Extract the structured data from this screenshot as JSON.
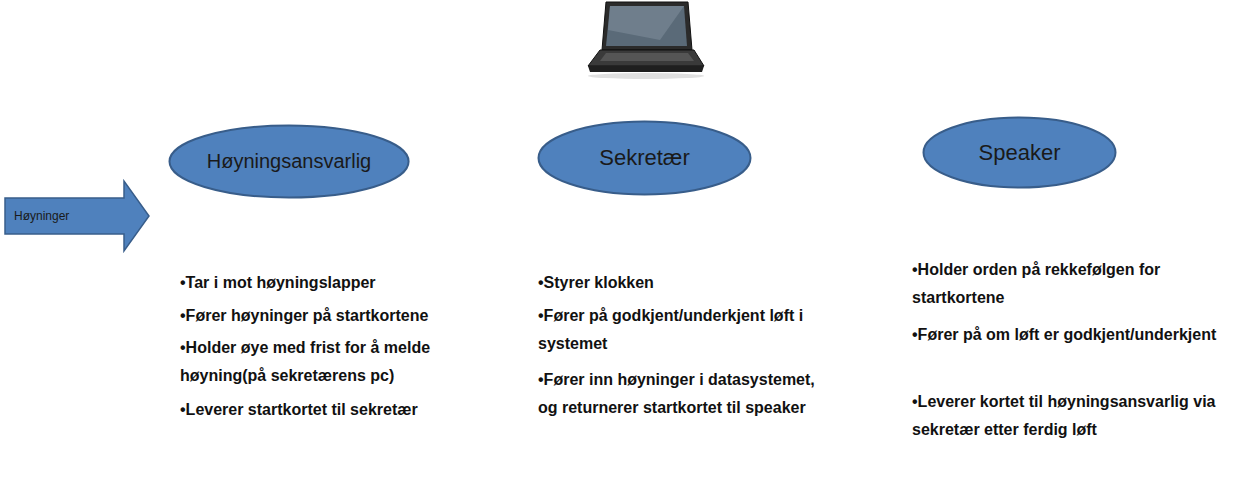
{
  "diagram": {
    "nodes": [
      {
        "text": [
          "Høyninger"
        ]
      },
      {
        "text": [
          "Høyningsansvarlig"
        ]
      },
      {
        "text": [
          "Sekretær"
        ]
      },
      {
        "text": [
          "Speaker"
        ]
      }
    ],
    "labels": [
      "•Tar i mot høyningslapper",
      "•Fører høyninger på startkortene",
      "•Holder øye med frist for å melde høyning(på sekretærens pc)",
      "•Leverer startkortet til sekretær",
      "•Styrer klokken",
      "•Fører på godkjent/underkjent løft i systemet",
      "•Fører inn høyninger i datasystemet, og returnerer startkortet til speaker",
      "•Holder orden på rekkefølgen for startkortene",
      "•Fører på om løft er godkjent/underkjent",
      "•Leverer kortet til høyningsansvarlig via sekretær etter ferdig løft"
    ]
  }
}
